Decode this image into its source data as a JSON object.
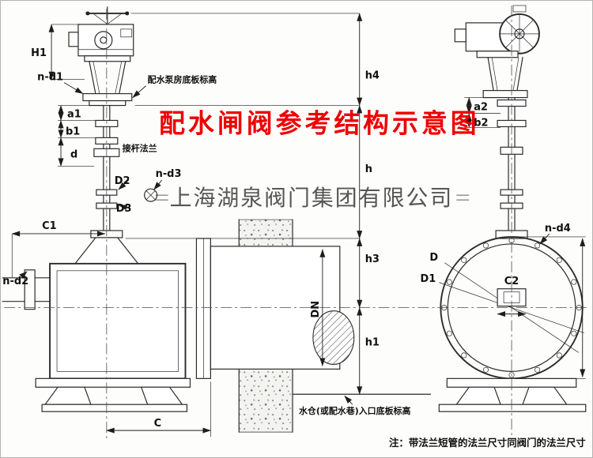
{
  "overlay": {
    "title": "配水闸阀参考结构示意图",
    "watermark": "上海湖泉阀门集团有限公司",
    "note": "注：带法兰短管的法兰尺寸同阀门的法兰尺寸"
  },
  "annotations": {
    "pump_house_floor": "配水泵房底板标高",
    "stem_flange": "接杆法兰",
    "inlet_floor": "水仓(或配水巷)入口底板标高"
  },
  "dims": {
    "H1": "H1",
    "n_d1": "n-d1",
    "a1": "a1",
    "b1": "b1",
    "d": "d",
    "D2": "D2",
    "D3": "D3",
    "n_d3": "n-d3",
    "C1": "C1",
    "n_d2": "n-d2",
    "DN": "DN",
    "C": "C",
    "h4": "h4",
    "h": "h",
    "h3": "h3",
    "h1": "h1",
    "a2": "a2",
    "b2": "b2",
    "n_d4": "n-d4",
    "D": "D",
    "D1": "D1",
    "C2": "C2"
  },
  "colors": {
    "title_red": "#ee0000",
    "line": "#2b2b2b",
    "watermark_gray": "#3a3a3a",
    "background": "#fdfdfc"
  }
}
